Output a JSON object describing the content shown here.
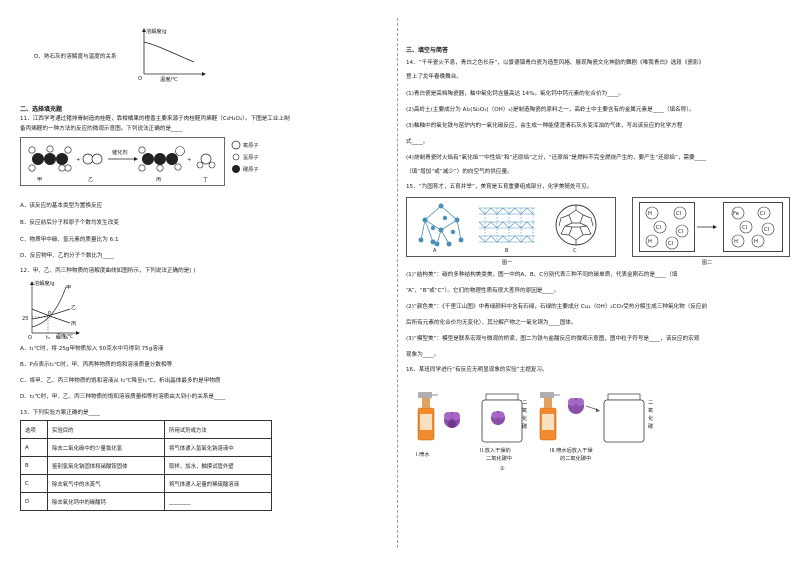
{
  "left": {
    "q_d_text": "D．熟石灰的溶解度与温度的关系",
    "graph1": {
      "ylabel": "溶解度/g",
      "xlabel": "温度/℃",
      "origin": "O"
    },
    "section2": "二、选择填充题",
    "q11": {
      "line1": "11．江西学考通过猪排骨制造肉桂醛，靠柑橘果的橙香主要来源于肉桂醛丙烯醛（C₆H₄O₂）。下图是工业上制",
      "line2": "备丙烯醛的一种方法的反应的微观示意图。下列说法正确的是",
      "blank": "____",
      "arrow_label": "催化剂",
      "names": [
        "甲",
        "乙",
        "丙",
        "丁"
      ],
      "legend": [
        "氧原子",
        "氢原子",
        "碳原子"
      ],
      "options": [
        "A．该反应的基本类型为置换反应",
        "B．反应前后分子和原子个数均发生改变",
        "C．物质甲中碳、氢元素的质量比为 6:1",
        "D．反应物甲、乙的分子个数比为____"
      ]
    },
    "q12": {
      "stem": "12．甲、乙、丙三种物质的溶解度曲线如图所示，下列说法正确的是(          )",
      "graph": {
        "ylabel": "溶解度/g",
        "xlabel": "温度/℃",
        "y_tick": "25",
        "x_ticks": [
          "O",
          "t₁",
          "t₂",
          "t₃"
        ],
        "series": [
          "甲",
          "乙",
          "丙"
        ],
        "point": "P"
      },
      "options": [
        "A．t₁℃时，将 25g甲物质加入 50克水中可得到 75g溶液",
        "B．P点表示t₁℃时，甲、丙两种物质的饱和溶液质量分数相等",
        "C．将甲、乙、丙三种物质的饱和溶液从 t₃℃降至t₁℃，析出晶体最多的是甲物质",
        "D．t₂℃时，甲、乙、丙三种物质的饱和溶液质量相等时溶质由大到小的关系是____"
      ]
    },
    "q13": {
      "stem": "13．下列实验方案正确的是____",
      "headers": [
        "选项",
        "实验目的",
        "所用试剂或方法"
      ],
      "rows": [
        [
          "A",
          "除去二氧化碳中的少量氯化氢",
          "将气体通入氢氧化钠溶液中"
        ],
        [
          "B",
          "鉴别氢氧化钠固体和硝酸铵固体",
          "取样，加水，触摸试管外壁"
        ],
        [
          "C",
          "除去氧气中的水蒸气",
          "将气体通入足量的稀硫酸溶液"
        ],
        [
          "D",
          "除去氧化钙中的碳酸钙",
          "________"
        ]
      ]
    }
  },
  "right": {
    "section3": "三、填空与简答",
    "q14": {
      "lines": [
        "14．“千年瓷火不息，青白之色长存”，以景德镇青白瓷为造型风格、展现陶瓷文化神韵的舞剧《唯我青白》选段《瓷影》",
        "登上了龙年春晚舞台。",
        "(1)青白瓷是高档陶瓷器，釉中氧化钙含量高达 14%。氧化钙中钙元素的化合价为____。",
        "(2)高岭土(主要成分为 Al₂(Si₂O₅)（OH）₄)是制造陶瓷的原料之一，高岭土中主要含有的金属元素是____（填名称）。",
        "(3)釉釉中的氧化铁与窑炉内的一氧化碳反应，会生成一种能使澄清石灰水变浑浊的气体，写出该反应的化学方程",
        "式____。",
        "(4)烧制青瓷时火焰有“氧化焰”“中性焰”和“还原焰”之分，“还原焰”是燃料不完全燃烧产生的，要产生“还原焰”，需要____",
        "（填“增加”或“减少”）的向空气的供应量。"
      ]
    },
    "q15": {
      "stem": "15．“为国育才，五育并举”，美育是五育重要组成部分，化学美随处可见。",
      "fig_labels": [
        "A",
        "B",
        "C"
      ],
      "fig1": "图一",
      "fig2": "图二",
      "molecules": [
        "H",
        "Cl",
        "Cl",
        "Cl",
        "H",
        "Cl",
        "Fe",
        "Cl",
        "Cl",
        "Cl",
        "H",
        "H"
      ],
      "lines": [
        "(1)“结构美”：碳的多种结构美类美，图一中的A、B、C分别代表三种不同的碳单质，代表金刚石的是____（填",
        "“A”、“B”或“C”）。它们的物理性质有很大差异的原因是____。",
        "(2)“颜色美”：《千里江山图》中青绿颜料中含有石绿，石绿的主要成分 Cu₂（OH）₂CO₃受热分解生成三种氧化物（反应前",
        "后所有元素的化合价均无变化），其分解产物之一氧化铜为____固体。",
        "(3)“模型美”：模型是联系宏观与微观的桥梁，图二为铁与盐酸反应的微观示意图，图中粒子符号是____，该反应的宏观",
        "现象为____。"
      ]
    },
    "q16": {
      "stem": "16．某班同学进行“有反应无明显现象的实验”主题复习。",
      "labels": [
        "I.喷水",
        "II.放入干燥的\n二氧化碳中",
        "III.喷水后放入干燥\n的二氧化碳中"
      ],
      "jar_text": "二氧化碳",
      "circle": "①"
    }
  }
}
